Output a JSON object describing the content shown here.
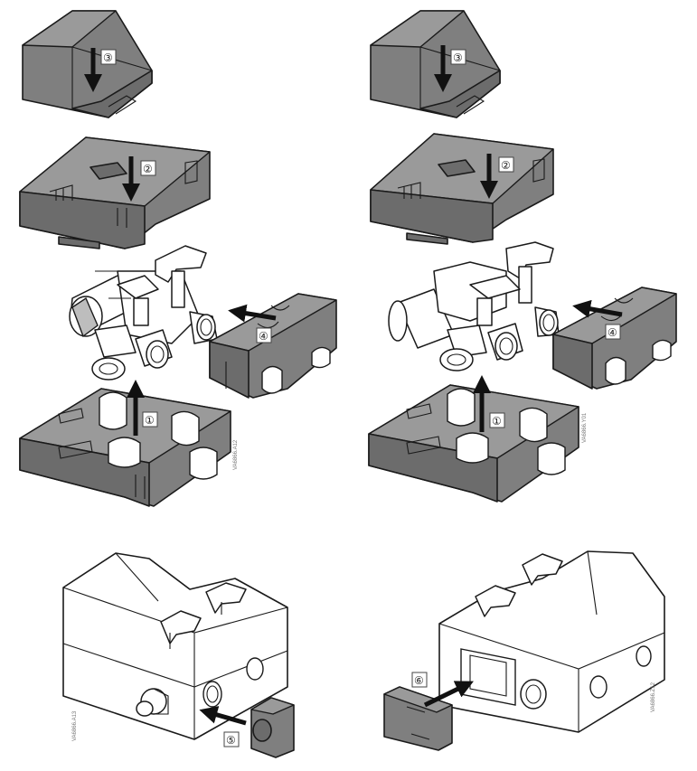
{
  "step_markers": {
    "s1": "①",
    "s2": "②",
    "s3": "③",
    "s4": "④",
    "s5": "⑤",
    "s6": "⑥"
  },
  "figure_codes": {
    "top_left": "VA6866.A12",
    "top_right": "VA6866.Y01",
    "bottom_left": "VA6866.A13",
    "bottom_right": "VA6866.Z12"
  }
}
